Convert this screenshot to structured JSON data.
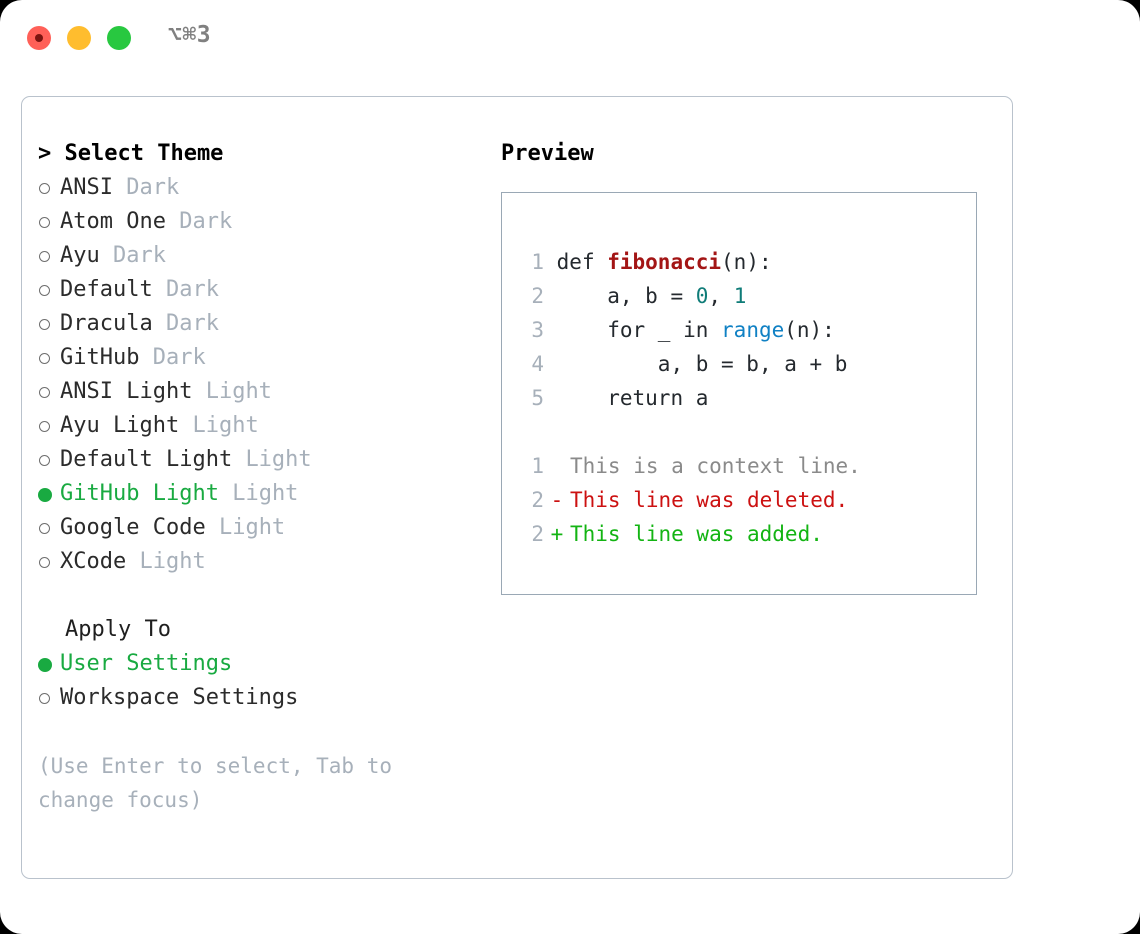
{
  "titlebar": {
    "shortcut": "⌥⌘3",
    "buttons": [
      "close",
      "minimize",
      "maximize"
    ]
  },
  "theme_picker": {
    "heading": "> Select Theme",
    "options": [
      {
        "name": "ANSI",
        "kind": "Dark",
        "selected": false
      },
      {
        "name": "Atom One",
        "kind": "Dark",
        "selected": false
      },
      {
        "name": "Ayu",
        "kind": "Dark",
        "selected": false
      },
      {
        "name": "Default",
        "kind": "Dark",
        "selected": false
      },
      {
        "name": "Dracula",
        "kind": "Dark",
        "selected": false
      },
      {
        "name": "GitHub",
        "kind": "Dark",
        "selected": false
      },
      {
        "name": "ANSI Light",
        "kind": "Light",
        "selected": false
      },
      {
        "name": "Ayu Light",
        "kind": "Light",
        "selected": false
      },
      {
        "name": "Default Light",
        "kind": "Light",
        "selected": false
      },
      {
        "name": "GitHub Light",
        "kind": "Light",
        "selected": true
      },
      {
        "name": "Google Code",
        "kind": "Light",
        "selected": false
      },
      {
        "name": "XCode",
        "kind": "Light",
        "selected": false
      }
    ]
  },
  "apply_to": {
    "heading": "Apply To",
    "options": [
      {
        "name": "User Settings",
        "selected": true
      },
      {
        "name": "Workspace Settings",
        "selected": false
      }
    ]
  },
  "hint": "(Use Enter to select, Tab to change focus)",
  "preview": {
    "title": "Preview",
    "code_lines": [
      {
        "number": "1",
        "tokens": [
          {
            "text": "def ",
            "type": "def"
          },
          {
            "text": "fibonacci",
            "type": "fn"
          },
          {
            "text": "(n):",
            "type": "punct"
          }
        ]
      },
      {
        "number": "2",
        "tokens": [
          {
            "text": "    a, b = ",
            "type": "var"
          },
          {
            "text": "0",
            "type": "num"
          },
          {
            "text": ", ",
            "type": "punct"
          },
          {
            "text": "1",
            "type": "num"
          }
        ]
      },
      {
        "number": "3",
        "tokens": [
          {
            "text": "    for _ in ",
            "type": "kw"
          },
          {
            "text": "range",
            "type": "builtin"
          },
          {
            "text": "(n):",
            "type": "punct"
          }
        ]
      },
      {
        "number": "4",
        "tokens": [
          {
            "text": "        a, b = b, a + b",
            "type": "var"
          }
        ]
      },
      {
        "number": "5",
        "tokens": [
          {
            "text": "    return a",
            "type": "kw"
          }
        ]
      }
    ],
    "diff_lines": [
      {
        "number": "1",
        "marker": " ",
        "text": "This is a context line.",
        "type": "context"
      },
      {
        "number": "2",
        "marker": "-",
        "text": "This line was deleted.",
        "type": "deleted"
      },
      {
        "number": "2",
        "marker": "+",
        "text": "This line was added.",
        "type": "added"
      }
    ]
  },
  "colors": {
    "selected_green": "#19aa41",
    "muted_gray": "#a7b0ba",
    "panel_border": "#b9c2cc",
    "preview_border": "#9aa8b5",
    "diff_added": "#13b413",
    "diff_deleted": "#cc1111",
    "token_function": "#a31515",
    "token_number": "#0f7c78",
    "token_builtin": "#1081c4"
  }
}
